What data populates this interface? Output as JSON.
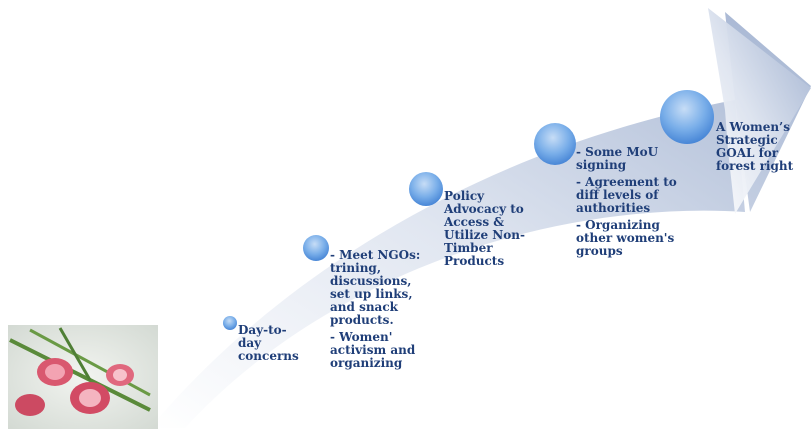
{
  "accent_text_color": "#1f3e78",
  "arrow_colors": [
    "#ffffff",
    "#d5dcea",
    "#9fb0cf"
  ],
  "circle_colors": [
    "#c7ddf6",
    "#3f7fd3"
  ],
  "photo_alt": "pink flower buds photo",
  "steps": [
    {
      "lines": [
        "Day-to-\nday\nconcerns"
      ]
    },
    {
      "lines": [
        "- Meet NGOs:\ntrining,\ndiscussions,\nset up links,\nand snack\nproducts.",
        "- Women'\nactivism and\norganizing"
      ]
    },
    {
      "lines": [
        "Policy\nAdvocacy to\nAccess &\nUtilize Non-\nTimber\nProducts"
      ]
    },
    {
      "lines": [
        "- Some MoU\nsigning",
        "- Agreement to\ndiff levels of\nauthorities",
        "- Organizing\nother women's\ngroups"
      ]
    },
    {
      "lines": [
        "A Women’s\nStrategic\nGOAL for\nforest right"
      ]
    }
  ]
}
